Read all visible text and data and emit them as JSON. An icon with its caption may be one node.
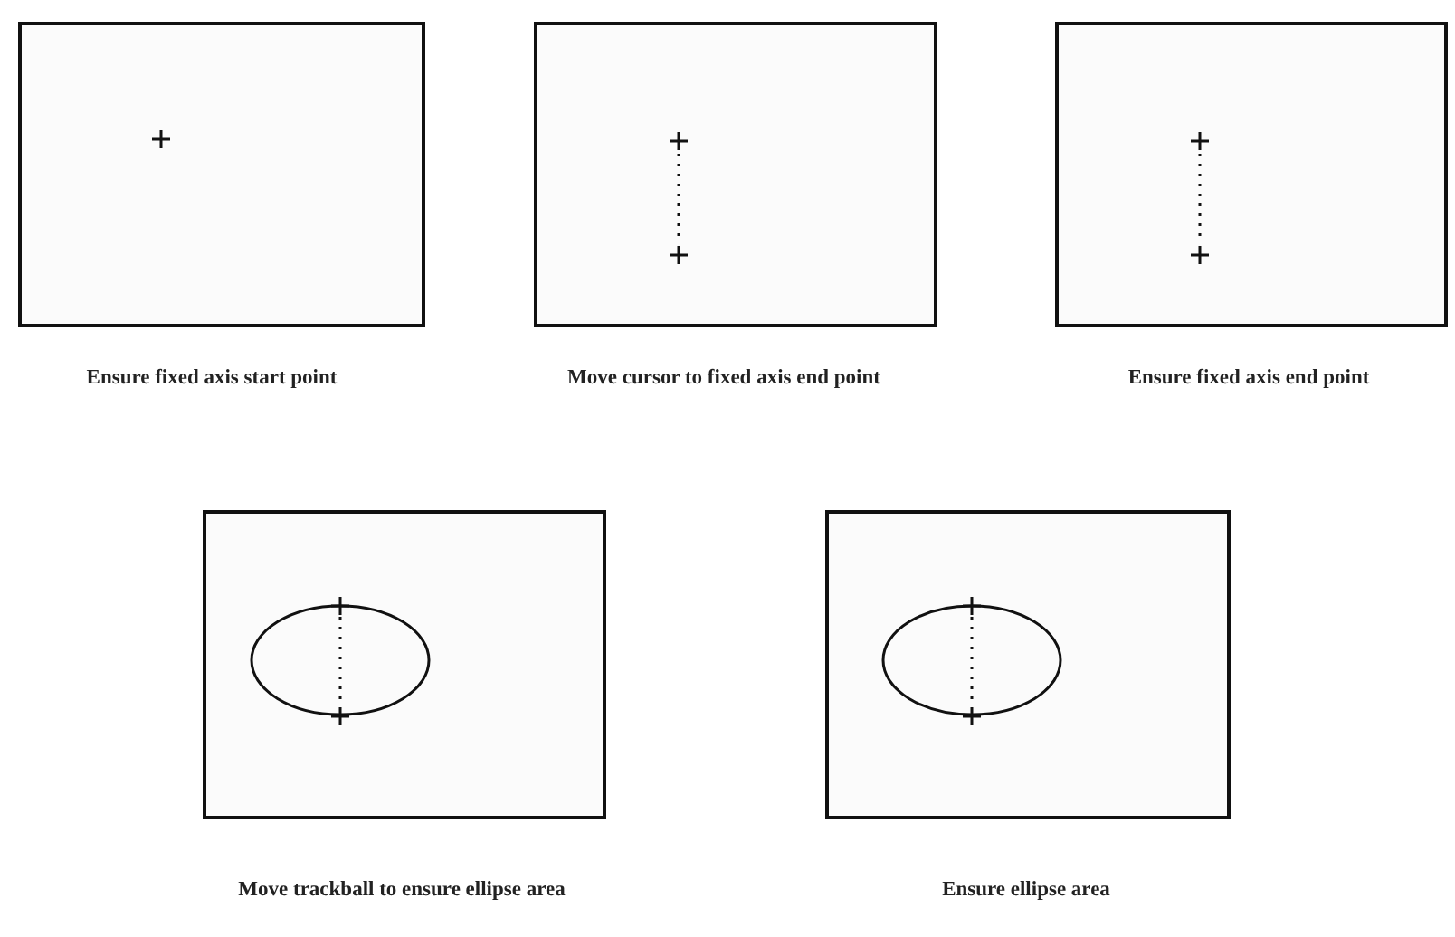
{
  "diagram": {
    "nodes": [
      {
        "text": [],
        "shape": "box",
        "beside": [
          "Ensure fixed axis start point"
        ]
      },
      {
        "text": [],
        "shape": "box",
        "beside": [
          "Move cursor to fixed axis end point"
        ]
      },
      {
        "text": [],
        "shape": "box",
        "beside": [
          "Ensure fixed axis end point"
        ]
      },
      {
        "text": [],
        "shape": "box",
        "beside": [
          "Move trackball to ensure ellipse area"
        ]
      },
      {
        "text": [],
        "shape": "box",
        "beside": [
          "Ensure ellipse area"
        ]
      }
    ]
  }
}
